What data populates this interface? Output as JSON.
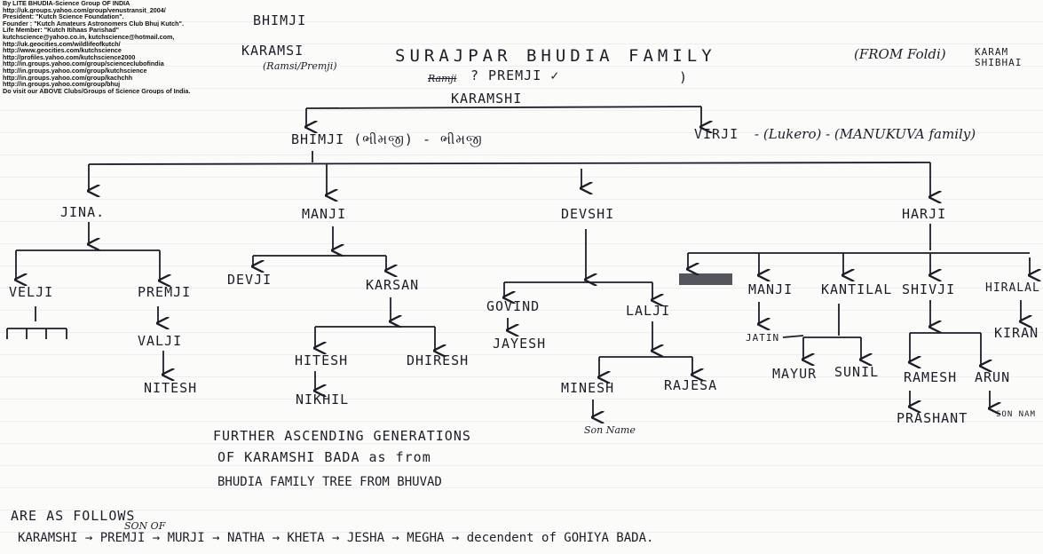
{
  "header_lines": [
    "By LITE BHUDIA-Science Group OF INDIA",
    "http://uk.groups.yahoo.com/group/venustransit_2004/",
    "President: \"Kutch Science Foundation\".",
    "Founder : \"Kutch Amateurs Astronomers Club  Bhuj  Kutch\".",
    "Life Member: \"Kutch Itihaas Parishad\"",
    "kutchscience@yahoo.co.in,  kutchscience@hotmail.com,",
    "http://uk.geocities.com/wildlifeofkutch/",
    "http://www.geocities.com/kutchscience",
    "http://profiles.yahoo.com/kutchscience2000",
    "http://in.groups.yahoo.com/group/scienceclubofindia",
    "http://in.groups.yahoo.com/group/kutchscience",
    "http://in.groups.yahoo.com/group/kachchh",
    "http://in.groups.yahoo.com/group/bhuj",
    "Do visit our ABOVE Clubs/Groups of Science Groups of India."
  ],
  "title": {
    "top_name": "BHIMJI",
    "karamsi": "KARAMSI",
    "karamsi_note": "(Ramsi/Premji)",
    "main": "SURAJPAR  BHUDIA  FAMILY",
    "from": "(FROM Foldi)",
    "karam": "KARAM",
    "shibhai": "SHIBHAI",
    "ramji": "Ramji",
    "premji": "? PREMJI ✓",
    "paren": ")"
  },
  "tree": {
    "root": "KARAMSHI",
    "bhimji": "BHIMJI (ભીમજી) - ભીમજી",
    "virji": "VIRJI",
    "virji_note": "- (Lukero) - (MANUKUVA family)",
    "jina": "JINA.",
    "manji": "MANJI",
    "devshi": "DEVSHI",
    "harji": "HARJI",
    "velji": "VELJI",
    "premji": "PREMJI",
    "valji": "VALJI",
    "nitesh": "NITESH",
    "devji": "DEVJI",
    "karsan": "KARSAN",
    "hitesh": "HITESH",
    "dhiresh": "DHIRESH",
    "nikhil": "NIKHIL",
    "govind": "GOVIND",
    "lalji": "LALJI",
    "jayesh": "JAYESH",
    "minesh": "MINESH",
    "rajesh": "RAJESA",
    "minesh_son": "Son Name",
    "harji_scribble": "[scribbled]",
    "harji_manji": "MANJI",
    "kantilal": "KANTILAL",
    "shivji": "SHIVJI",
    "hiralal": "HIRALAL",
    "jatin": "JATIN",
    "mayur": "MAYUR",
    "sunil": "SUNIL",
    "ramesh": "RAMESH",
    "arun": "ARUN",
    "kiran": "KIRAN",
    "prashant": "PRASHANT",
    "arun_son": "SON NAM"
  },
  "footer": {
    "line1": "FURTHER ASCENDING GENERATIONS",
    "line2": "OF KARAMSHI BADA as from",
    "line3": "BHUDIA FAMILY TREE FROM BHUVAD",
    "are_as_follows": "ARE AS FOLLOWS",
    "son_of": "SON OF",
    "lineage": "KARAMSHI → PREMJI → MURJI → NATHA → KHETA → JESHA → MEGHA → decendent of GOHIYA BADA."
  }
}
